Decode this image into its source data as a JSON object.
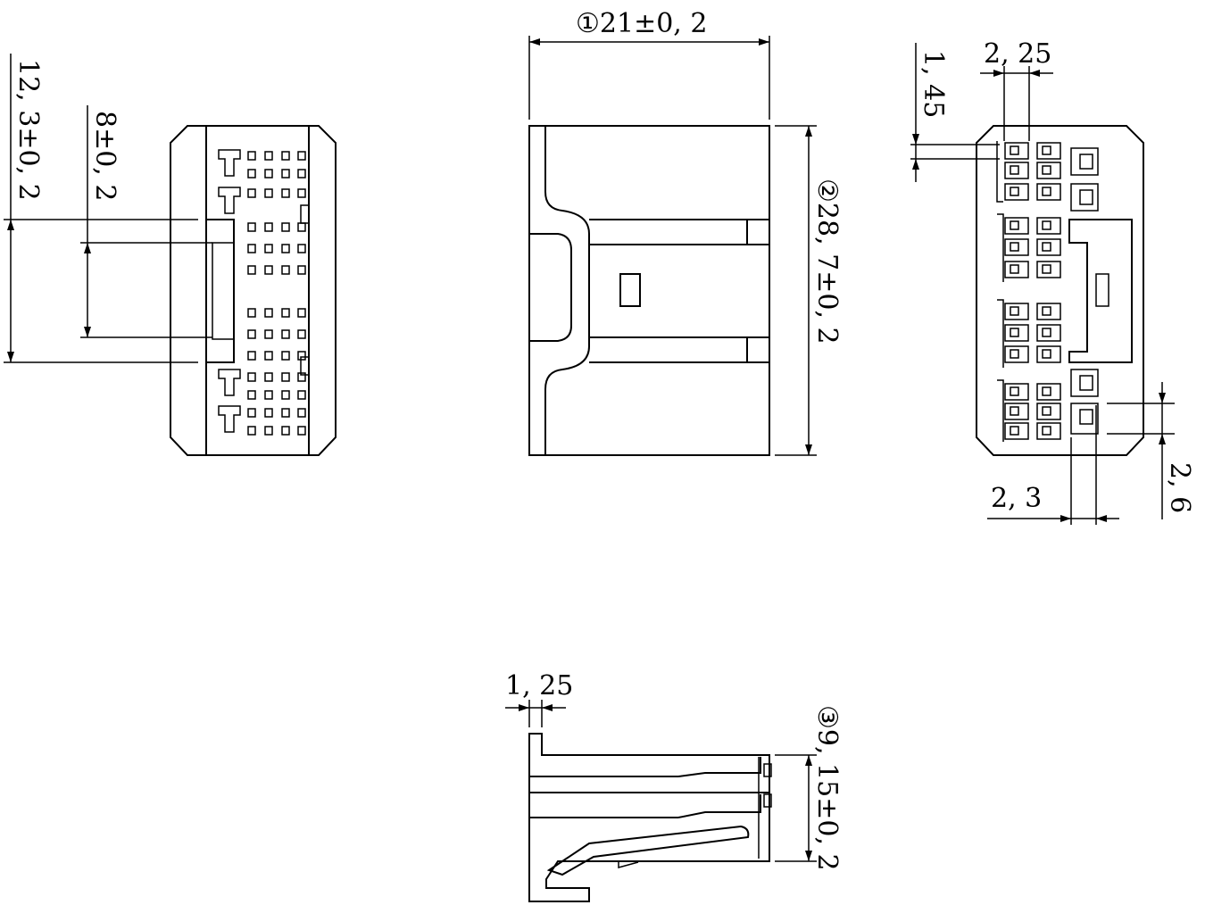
{
  "drawing": {
    "ink_color": "#000000",
    "background_color": "#ffffff",
    "dimensions": {
      "width_main": "①21±0, 2",
      "height_main": "②28, 7±0, 2",
      "depth_side": "③9, 15±0, 2",
      "left_outer": "12, 3±0, 2",
      "left_inner": "8±0, 2",
      "pitch_vertical": "1, 45",
      "pitch_horizontal": "2, 25",
      "pitch_bottom": "2, 3",
      "pitch_right": "2, 6",
      "wall_thickness": "1, 25"
    }
  }
}
